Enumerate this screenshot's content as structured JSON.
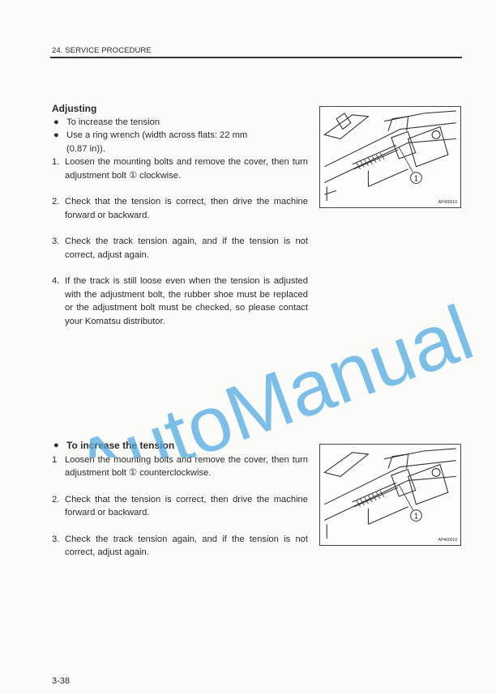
{
  "header": {
    "section": "24. SERVICE PROCEDURE"
  },
  "section1": {
    "heading": "Adjusting",
    "bullet1": "To increase the tension",
    "bullet2_line1": "Use a ring wrench (width across flats: 22 mm",
    "bullet2_line2": "(0.87 in)).",
    "step1_num": "1.",
    "step1": "Loosen the mounting bolts and remove the cover, then turn adjustment bolt ① clockwise.",
    "step2_num": "2.",
    "step2": "Check that the tension is correct, then drive the machine forward or backward.",
    "step3_num": "3.",
    "step3": "Check the track tension again, and if the tension is not correct, adjust again.",
    "step4_num": "4.",
    "step4": "If the track is still loose even when the tension is adjusted with the adjustment bolt, the rubber shoe must be replaced or the adjustment bolt must be checked, so please contact your Komatsu distributor.",
    "figure": {
      "callout": "1",
      "code": "AP400010"
    }
  },
  "section2": {
    "bullet1": "To increase the tension",
    "step1_num": "1",
    "step1": "Loosen the mounting bolts and remove the cover, then turn adjustment bolt ① counterclockwise.",
    "step2_num": "2.",
    "step2": "Check that the tension is correct, then drive the machine forward or backward.",
    "step3_num": "3.",
    "step3": "Check the track tension again, and if the tension is not correct, adjust again.",
    "figure": {
      "callout": "1",
      "code": "AP400010"
    }
  },
  "watermark": {
    "text": "AutoManual",
    "color": "#4aa8e0"
  },
  "footer": {
    "page": "3-38"
  }
}
